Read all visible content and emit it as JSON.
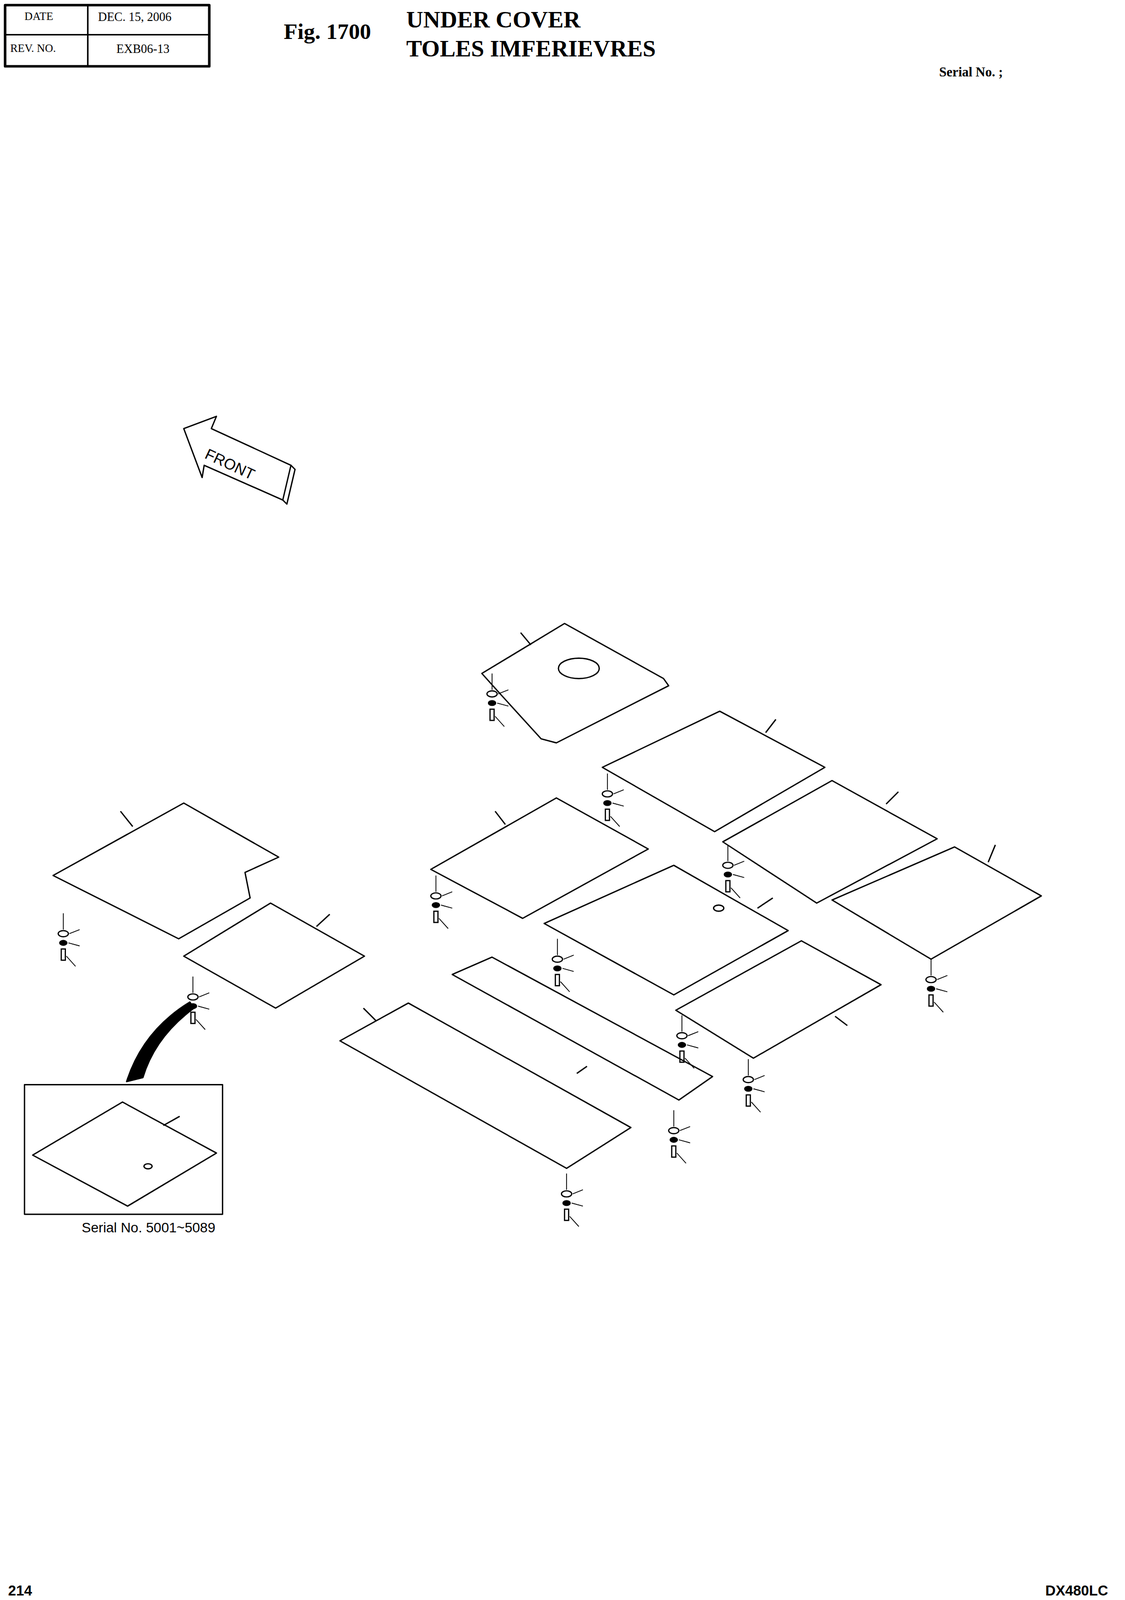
{
  "diagram": {
    "title": "UNDER COVER",
    "labels": [
      "DATE",
      "DEC. 15, 2006",
      "REV. NO.",
      "EXB06-13",
      "Fig. 1700",
      "TOLES IMFERIEVRES",
      "Serial No. ;",
      "FRONT",
      "Serial No. 5001~5089",
      "214",
      "DX480LC"
    ]
  }
}
